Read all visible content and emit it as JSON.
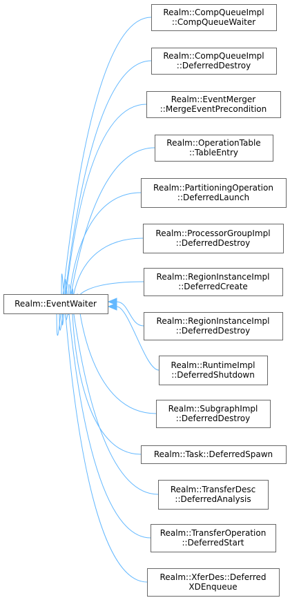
{
  "base": {
    "lines": [
      "Realm::EventWaiter"
    ]
  },
  "derived": [
    {
      "lines": [
        "Realm::CompQueueImpl",
        "::CompQueueWaiter"
      ]
    },
    {
      "lines": [
        "Realm::CompQueueImpl",
        "::DeferredDestroy"
      ]
    },
    {
      "lines": [
        "Realm::EventMerger",
        "::MergeEventPrecondition"
      ]
    },
    {
      "lines": [
        "Realm::OperationTable",
        "::TableEntry"
      ]
    },
    {
      "lines": [
        "Realm::PartitioningOperation",
        "::DeferredLaunch"
      ]
    },
    {
      "lines": [
        "Realm::ProcessorGroupImpl",
        "::DeferredDestroy"
      ]
    },
    {
      "lines": [
        "Realm::RegionInstanceImpl",
        "::DeferredCreate"
      ]
    },
    {
      "lines": [
        "Realm::RegionInstanceImpl",
        "::DeferredDestroy"
      ]
    },
    {
      "lines": [
        "Realm::RuntimeImpl",
        "::DeferredShutdown"
      ]
    },
    {
      "lines": [
        "Realm::SubgraphImpl",
        "::DeferredDestroy"
      ]
    },
    {
      "lines": [
        "Realm::Task::DeferredSpawn"
      ]
    },
    {
      "lines": [
        "Realm::TransferDesc",
        "::DeferredAnalysis"
      ]
    },
    {
      "lines": [
        "Realm::TransferOperation",
        "::DeferredStart"
      ]
    },
    {
      "lines": [
        "Realm::XferDes::Deferred",
        "XDEnqueue"
      ]
    }
  ],
  "colors": {
    "edge": "#63b8ff",
    "border": "#666666"
  }
}
